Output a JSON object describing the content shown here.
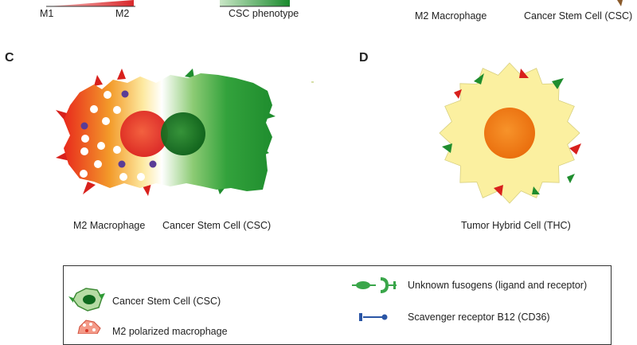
{
  "top_labels": {
    "m1": "M1",
    "m2": "M2",
    "csc_phenotype": "CSC phenotype",
    "m2_macrophage": "M2 Macrophage",
    "cancer_stem_cell": "Cancer Stem Cell (CSC)"
  },
  "panel_c": {
    "letter": "C",
    "m2_macrophage": "M2 Macrophage",
    "cancer_stem_cell": "Cancer Stem Cell (CSC)"
  },
  "panel_d": {
    "letter": "D",
    "tumor_hybrid_cell": "Tumor Hybrid Cell (THC)"
  },
  "legend": {
    "csc": "Cancer Stem Cell (CSC)",
    "m2_polarized": "M2 polarized macrophage",
    "fusogens": "Unknown fusogens (ligand and receptor)",
    "cd36": "Scavenger receptor B12 (CD36)"
  },
  "colors": {
    "macrophage_red": "#e8291c",
    "macrophage_orange": "#f39a2a",
    "csc_green": "#2e9a35",
    "csc_dark_green": "#0f6a1e",
    "hybrid_yellow": "#fdf0a0",
    "hybrid_nucleus": "#f07a10",
    "granule_purple": "#5a3c96",
    "receptor_blue": "#2a55a5"
  }
}
